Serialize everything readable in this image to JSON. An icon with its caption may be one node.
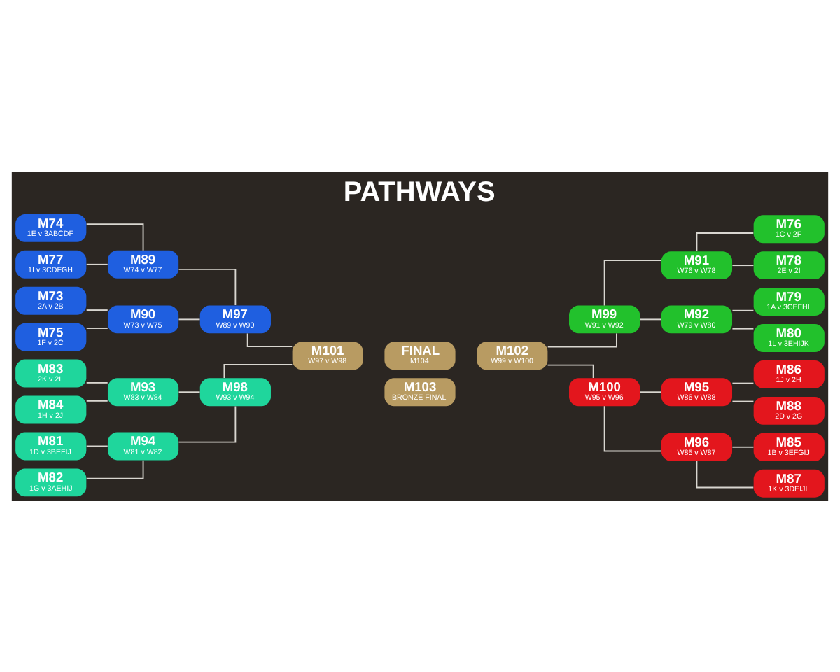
{
  "diagram": {
    "title": "PATHWAYS",
    "nodes": [
      {
        "text": [
          "M74",
          "1E v 3ABCDF"
        ]
      },
      {
        "text": [
          "M77",
          "1I v 3CDFGH"
        ]
      },
      {
        "text": [
          "M73",
          "2A v 2B"
        ]
      },
      {
        "text": [
          "M75",
          "1F v 2C"
        ]
      },
      {
        "text": [
          "M83",
          "2K v 2L"
        ]
      },
      {
        "text": [
          "M84",
          "1H v 2J"
        ]
      },
      {
        "text": [
          "M81",
          "1D v 3BEFIJ"
        ]
      },
      {
        "text": [
          "M82",
          "1G v 3AEHIJ"
        ]
      },
      {
        "text": [
          "M89",
          "W74 v W77"
        ]
      },
      {
        "text": [
          "M90",
          "W73 v W75"
        ]
      },
      {
        "text": [
          "M93",
          "W83 v W84"
        ]
      },
      {
        "text": [
          "M94",
          "W81 v W82"
        ]
      },
      {
        "text": [
          "M97",
          "W89 v W90"
        ]
      },
      {
        "text": [
          "M98",
          "W93 v W94"
        ]
      },
      {
        "text": [
          "M101",
          "W97 v W98"
        ]
      },
      {
        "text": [
          "FINAL",
          "M104"
        ]
      },
      {
        "text": [
          "M103",
          "BRONZE FINAL"
        ]
      },
      {
        "text": [
          "M102",
          "W99 v W100"
        ]
      },
      {
        "text": [
          "M99",
          "W91 v W92"
        ]
      },
      {
        "text": [
          "M100",
          "W95 v W96"
        ]
      },
      {
        "text": [
          "M91",
          "W76 v W78"
        ]
      },
      {
        "text": [
          "M92",
          "W79 v W80"
        ]
      },
      {
        "text": [
          "M95",
          "W86 v W88"
        ]
      },
      {
        "text": [
          "M96",
          "W85 v W87"
        ]
      },
      {
        "text": [
          "M76",
          "1C v 2F"
        ]
      },
      {
        "text": [
          "M78",
          "2E v 2I"
        ]
      },
      {
        "text": [
          "M79",
          "1A v 3CEFHI"
        ]
      },
      {
        "text": [
          "M80",
          "1L v 3EHIJK"
        ]
      },
      {
        "text": [
          "M86",
          "1J v 2H"
        ]
      },
      {
        "text": [
          "M88",
          "2D v 2G"
        ]
      },
      {
        "text": [
          "M85",
          "1B v 3EFGIJ"
        ]
      },
      {
        "text": [
          "M87",
          "1K v 3DEIJL"
        ]
      }
    ],
    "edges": [
      {
        "from": 0,
        "to": 8,
        "arrow": "none"
      },
      {
        "from": 1,
        "to": 8,
        "arrow": "none"
      },
      {
        "from": 2,
        "to": 9,
        "arrow": "none"
      },
      {
        "from": 3,
        "to": 9,
        "arrow": "none"
      },
      {
        "from": 4,
        "to": 10,
        "arrow": "none"
      },
      {
        "from": 5,
        "to": 10,
        "arrow": "none"
      },
      {
        "from": 6,
        "to": 11,
        "arrow": "none"
      },
      {
        "from": 7,
        "to": 11,
        "arrow": "none"
      },
      {
        "from": 8,
        "to": 12,
        "arrow": "none"
      },
      {
        "from": 9,
        "to": 12,
        "arrow": "none"
      },
      {
        "from": 10,
        "to": 13,
        "arrow": "none"
      },
      {
        "from": 11,
        "to": 13,
        "arrow": "none"
      },
      {
        "from": 12,
        "to": 14,
        "arrow": "none"
      },
      {
        "from": 13,
        "to": 14,
        "arrow": "none"
      },
      {
        "from": 17,
        "to": 18,
        "arrow": "none"
      },
      {
        "from": 17,
        "to": 19,
        "arrow": "none"
      },
      {
        "from": 18,
        "to": 20,
        "arrow": "none"
      },
      {
        "from": 18,
        "to": 21,
        "arrow": "none"
      },
      {
        "from": 19,
        "to": 22,
        "arrow": "none"
      },
      {
        "from": 19,
        "to": 23,
        "arrow": "none"
      },
      {
        "from": 20,
        "to": 24,
        "arrow": "none"
      },
      {
        "from": 20,
        "to": 25,
        "arrow": "none"
      },
      {
        "from": 21,
        "to": 26,
        "arrow": "none"
      },
      {
        "from": 21,
        "to": 27,
        "arrow": "none"
      },
      {
        "from": 22,
        "to": 28,
        "arrow": "none"
      },
      {
        "from": 22,
        "to": 29,
        "arrow": "none"
      },
      {
        "from": 23,
        "to": 30,
        "arrow": "none"
      },
      {
        "from": 23,
        "to": 31,
        "arrow": "none"
      }
    ]
  }
}
